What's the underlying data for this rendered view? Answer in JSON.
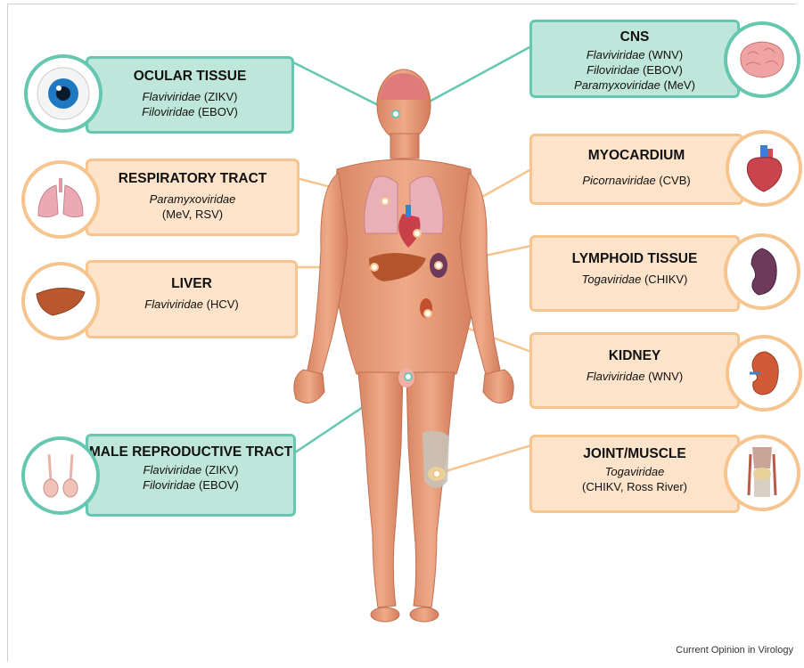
{
  "callouts": {
    "ocular": {
      "title": "OCULAR TISSUE",
      "lines": [
        {
          "fam": "Flaviviridae",
          "virus": " (ZIKV)"
        },
        {
          "fam": "Filoviridae",
          "virus": " (EBOV)"
        }
      ]
    },
    "cns": {
      "title": "CNS",
      "lines": [
        {
          "fam": "Flaviviridae",
          "virus": " (WNV)"
        },
        {
          "fam": "Filoviridae",
          "virus": " (EBOV)"
        },
        {
          "fam": "Paramyxoviridae",
          "virus": " (MeV)"
        }
      ]
    },
    "respiratory": {
      "title": "RESPIRATORY TRACT",
      "lines": [
        {
          "fam": "Paramyxoviridae",
          "virus": ""
        },
        {
          "fam": "",
          "virus": "(MeV, RSV)"
        }
      ]
    },
    "myocardium": {
      "title": "MYOCARDIUM",
      "lines": [
        {
          "fam": "Picornaviridae",
          "virus": " (CVB)"
        }
      ]
    },
    "liver": {
      "title": "LIVER",
      "lines": [
        {
          "fam": "Flaviviridae",
          "virus": " (HCV)"
        }
      ]
    },
    "lymphoid": {
      "title": "LYMPHOID TISSUE",
      "lines": [
        {
          "fam": "Togaviridae",
          "virus": " (CHIKV)"
        }
      ]
    },
    "kidney": {
      "title": "KIDNEY",
      "lines": [
        {
          "fam": "Flaviviridae",
          "virus": " (WNV)"
        }
      ]
    },
    "male": {
      "title": "MALE REPRODUCTIVE TRACT",
      "lines": [
        {
          "fam": "Flaviviridae",
          "virus": " (ZIKV)"
        },
        {
          "fam": "Filoviridae",
          "virus": " (EBOV)"
        }
      ]
    },
    "joint": {
      "title": "JOINT/MUSCLE",
      "lines": [
        {
          "fam": "Togaviridae",
          "virus": ""
        },
        {
          "fam": "",
          "virus": "(CHIKV, Ross River)"
        }
      ]
    }
  },
  "icons": {
    "ocular": "eye-icon",
    "cns": "brain-icon",
    "respiratory": "lungs-icon",
    "myocardium": "heart-icon",
    "liver": "liver-icon",
    "lymphoid": "spleen-icon",
    "kidney": "kidney-icon",
    "male": "testes-icon",
    "joint": "knee-joint-icon"
  },
  "colors": {
    "orange_box": "#fde3c9",
    "orange_border": "#f6c48e",
    "teal_box": "#bfe6da",
    "teal_border": "#66c7b0",
    "skin": "#e8a17f"
  },
  "credit": "Current Opinion in Virology"
}
